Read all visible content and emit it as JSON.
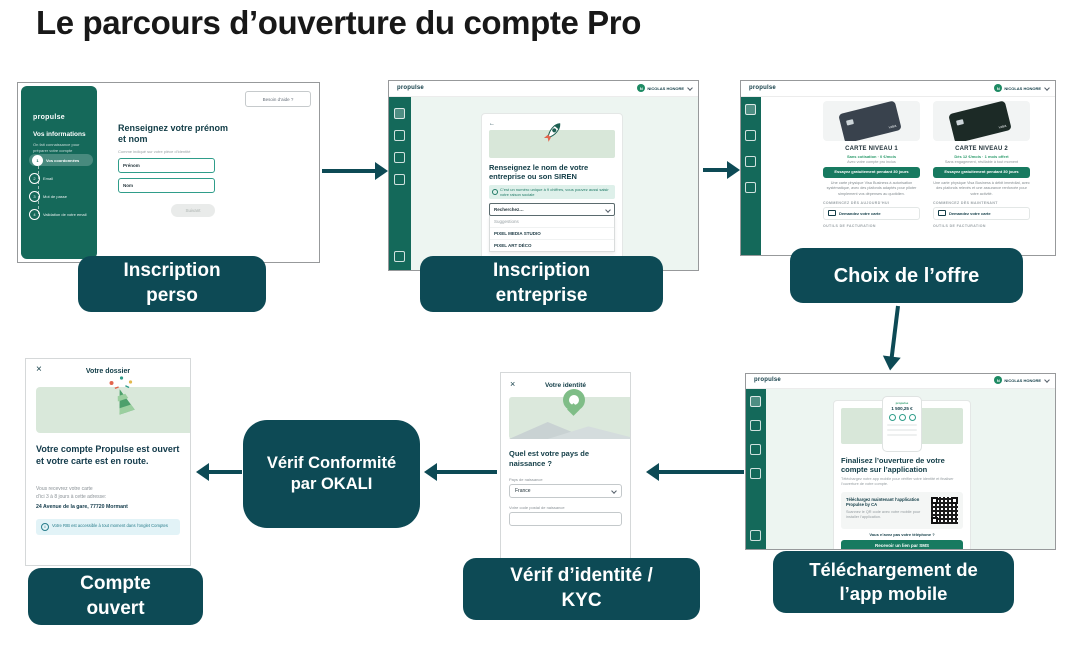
{
  "title": "Le parcours d’ouverture du compte Pro",
  "labels": {
    "l1a": "Inscription",
    "l1b": "perso",
    "l2a": "Inscription",
    "l2b": "entreprise",
    "l3": "Choix de l’offre",
    "l4a": "Téléchargement de",
    "l4b": "l’app mobile",
    "l5a": "Vérif d’identité /",
    "l5b": "KYC",
    "l6a": "Vérif Conformité",
    "l6b": "par OKALI",
    "l7a": "Compte",
    "l7b": "ouvert"
  },
  "s1": {
    "help": "Besoin d’aide ?",
    "sidebar": {
      "logo": "propulse",
      "heading": "Vos informations",
      "sub": "On fait connaissance pour préparer votre compte",
      "steps": [
        {
          "n": "1",
          "label": "Vos coordonnées"
        },
        {
          "n": "2",
          "label": "Email"
        },
        {
          "n": "3",
          "label": "Mot de passe"
        },
        {
          "n": "4",
          "label": "Validation de votre email"
        }
      ]
    },
    "heading": "Renseignez votre prénom et nom",
    "sub": "Comme indiqué sur votre pièce d’identité",
    "firstname": "Prénom",
    "lastname": "Nom",
    "next": "Suivant"
  },
  "s2": {
    "logo": "propulse",
    "user": "NICOLAS HONORE",
    "back": "←",
    "heading": "Renseignez le nom de votre entreprise ou son SIREN",
    "hint": "C’est un numéro unique à 9 chiffres, vous pouvez aussi saisir votre raison sociale",
    "search": "Recherchez…",
    "suggestions": [
      "Suggestions",
      "PIXEL MEDIA STUDIO",
      "PIXEL ART DÉCO"
    ]
  },
  "s3": {
    "logo": "propulse",
    "user": "NICOLAS HONORE",
    "cards": [
      {
        "title": "CARTE NIVEAU 1",
        "brand": "VISA",
        "promo": "Sans cotisation · 0 €/mois",
        "note": "Avec votre compte pro inclus",
        "cta": "Essayez gratuitement pendant 30 jours",
        "desc": "Une carte physique Visa Business à autorisation systématique, avec des plafonds adaptés pour piloter simplement vos dépenses au quotidien.",
        "sec1": "COMMENCEZ DÈS AUJOURD’HUI",
        "row1": "Demandez votre carte",
        "sec2": "OUTILS DE FACTURATION"
      },
      {
        "title": "CARTE NIVEAU 2",
        "brand": "VISA",
        "promo": "Dès 12 €/mois · 1 mois offert",
        "note": "Sans engagement, résiliable à tout moment",
        "cta": "Essayez gratuitement pendant 30 jours",
        "desc": "Une carte physique Visa Business à débit immédiat, avec des plafonds relevés et une assurance renforcée pour votre activité.",
        "sec1": "COMMENCEZ DÈS MAINTENANT",
        "row1": "Demandez votre carte",
        "sec2": "OUTILS DE FACTURATION"
      }
    ]
  },
  "s4": {
    "logo": "propulse",
    "user": "NICOLAS HONORE",
    "phone": {
      "brand": "propulse",
      "balance": "1 500,25 €"
    },
    "heading": "Finalisez l’ouverture de votre compte sur l’application",
    "sub": "Téléchargez notre app mobile pour vérifier votre identité et finaliser l’ouverture de votre compte.",
    "box_title": "Téléchargez maintenant l’application Propulse by CA",
    "box_text": "Scannez le QR code avec votre mobile pour installer l’application.",
    "link": "Vous n’avez pas votre téléphone ?",
    "btn": "Recevoir un lien par SMS"
  },
  "s5": {
    "close": "×",
    "title": "Votre identité",
    "question": "Quel est votre pays de naissance ?",
    "label1": "Pays de naissance",
    "value1": "France",
    "label2": "Votre code postal de naissance"
  },
  "s7": {
    "close": "×",
    "title": "Votre dossier",
    "heading": "Votre compte Propulse est ouvert et votre carte est en route.",
    "line1": "Vous recevrez votre carte",
    "line2": "d’ici 3 à 8 jours à cette adresse:",
    "address": "24 Avenue de la gare, 77720 Mormant",
    "info_icon": "i",
    "info": "Votre RIB est accessible à tout moment dans l’onglet Comptes"
  }
}
